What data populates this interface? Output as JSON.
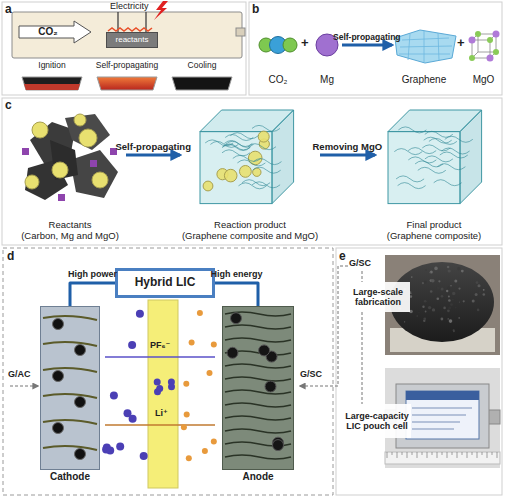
{
  "diagram": {
    "nodes": [
      {
        "text": [
          "CO₂"
        ]
      },
      {
        "text": [
          "reactants"
        ]
      },
      {
        "text": [
          "Ignition"
        ]
      },
      {
        "text": [
          "Self-propagating"
        ]
      },
      {
        "text": [
          "Cooling"
        ]
      },
      {
        "text": [
          "CO₂"
        ]
      },
      {
        "text": [
          "Mg"
        ]
      },
      {
        "text": [
          "Graphene"
        ]
      },
      {
        "text": [
          "MgO"
        ]
      },
      {
        "text": [
          "Reactants",
          "(Carbon, Mg and MgO)"
        ]
      },
      {
        "text": [
          "Reaction product",
          "(Graphene composite and MgO)"
        ]
      },
      {
        "text": [
          "Final product",
          "(Graphene composite)"
        ]
      },
      {
        "text": [
          "Hybrid LIC"
        ]
      },
      {
        "text": [
          "Cathode"
        ]
      },
      {
        "text": [
          "Anode"
        ]
      },
      {
        "text": [
          "Large-scale fabrication"
        ]
      },
      {
        "text": [
          "Large-capacity LIC pouch cell"
        ]
      }
    ],
    "edges": [
      {
        "from": 6,
        "to": 7,
        "label": "Self-propagating",
        "arrow": "to"
      },
      {
        "from": 9,
        "to": 10,
        "label": "Self-propagating",
        "arrow": "to"
      },
      {
        "from": 10,
        "to": 11,
        "label": "Removing MgO",
        "arrow": "to"
      },
      {
        "from": 12,
        "to": 13,
        "label": "High power",
        "arrow": "none"
      },
      {
        "from": 12,
        "to": 14,
        "label": "High energy",
        "arrow": "none"
      }
    ],
    "labels": [
      "a",
      "b",
      "c",
      "d",
      "e",
      "Electricity",
      "+",
      "+",
      "PF₆⁻",
      "Li⁺",
      "G/AC",
      "G/SC",
      "G/SC"
    ]
  }
}
